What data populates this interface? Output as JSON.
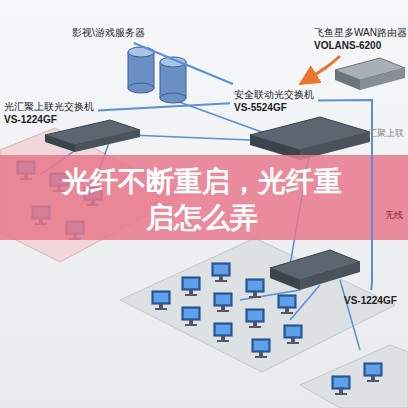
{
  "diagram": {
    "title": "光纤不断重启，光纤重启怎么弄",
    "nodes": [
      {
        "text": [
          "影视\\游戏服务器"
        ]
      },
      {
        "text": [
          "飞鱼星多WAN路由器",
          "VOLANS-6200"
        ]
      },
      {
        "text": [
          "安全联动光交换机",
          "VS-5524GF"
        ]
      },
      {
        "text": [
          "光汇聚上联光交换机",
          "VS-1224GF"
        ]
      },
      {
        "text": [
          "VS-1224GF"
        ]
      }
    ],
    "edges": [
      {
        "from": 0,
        "to": 2,
        "arrow": "none"
      },
      {
        "from": 1,
        "to": 2,
        "arrow": "to"
      },
      {
        "from": 2,
        "to": 3,
        "arrow": "none"
      },
      {
        "from": 2,
        "to": 4,
        "arrow": "none"
      }
    ],
    "labels": [
      "汇聚上联",
      "无线"
    ]
  }
}
